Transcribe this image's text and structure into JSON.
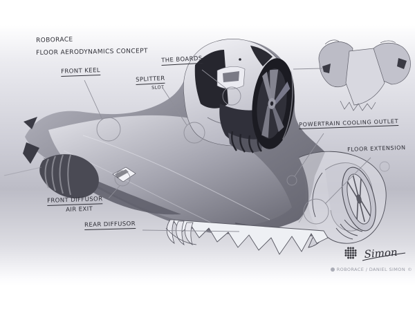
{
  "artwork": {
    "title": {
      "line1": "ROBORACE",
      "line2": "FLOOR AERODYNAMICS CONCEPT"
    },
    "labels": {
      "front_keel": "FRONT KEEL",
      "splitter": "SPLITTER",
      "splitter_sub": "SLOT",
      "the_boards": "THE BOARDS",
      "powertrain_cooling_outlet": "POWERTRAIN COOLING OUTLET",
      "floor_extension": "FLOOR EXTENSION",
      "front_diffusor": "FRONT DIFFUSOR",
      "front_diffusor_sub": "AIR EXIT",
      "rear_diffusor": "REAR DIFFUSOR"
    },
    "signature": "Simon",
    "credit": {
      "text": "ROBORACE / DANIEL SIMON",
      "copyright": "©"
    },
    "colors": {
      "ink": "#2e2e36",
      "sketch_line": "#8f8f99",
      "background_mid": "#bdbdc7",
      "body_light": "#e6e6ec",
      "body_dark": "#5d5d68",
      "tire": "#1b1b22"
    }
  }
}
